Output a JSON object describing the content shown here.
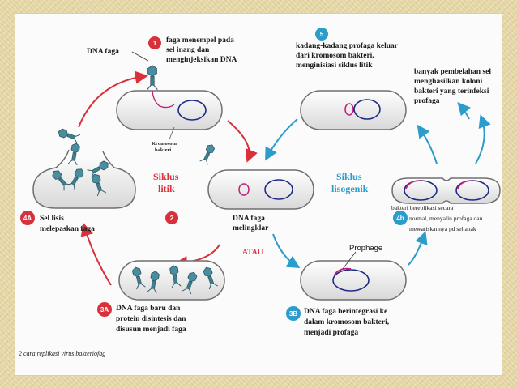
{
  "labels": {
    "dna_faga": "DNA faga",
    "step1": [
      "faga menempel pada",
      "sel inang dan",
      "menginjeksikan DNA"
    ],
    "kromosom": [
      "Kromosom",
      "bakteri"
    ],
    "step2": [
      "DNA faga",
      "melingklar"
    ],
    "atau": "ATAU",
    "step3a": [
      "DNA faga baru dan",
      "protein disintesis dan",
      "disusun menjadi faga"
    ],
    "step4a": [
      "Sel lisis",
      "melepaskan faga"
    ],
    "step5": [
      "kadang-kadang profaga keluar",
      "dari kromosom bakteri,",
      "menginisiasi siklus litik"
    ],
    "koloni": [
      "banyak pembelahan sel",
      "menghasilkan koloni",
      "bakteri yang terinfeksi",
      "profaga"
    ],
    "step4b": [
      "bakteri bereplikasi secara",
      "normal, menyalin profaga dan",
      "mewariskannya pd sel anak"
    ],
    "prophage": "Prophage",
    "step3b": [
      "DNA faga berintegrasi ke",
      "dalam kromosom bakteri,",
      "menjadi profaga"
    ],
    "siklus_litik": [
      "Siklus",
      "litik"
    ],
    "siklus_lisogenik": [
      "Siklus",
      "lisogenik"
    ],
    "caption": "2 cara replikasi virus bakteriofag"
  },
  "badges": {
    "b1": "1",
    "b2": "2",
    "b3a": "3A",
    "b4a": "4A",
    "b3b": "3B",
    "b4b": "4b",
    "b5": "5"
  },
  "colors": {
    "red": "#d8313b",
    "blue": "#2c9ccb",
    "cell_fill": "#ececec",
    "cell_stroke": "#6f6f6f",
    "chromosome": "#1f2a88",
    "phage_dna": "#c0207a",
    "phage_body": "#3e7e8e"
  }
}
